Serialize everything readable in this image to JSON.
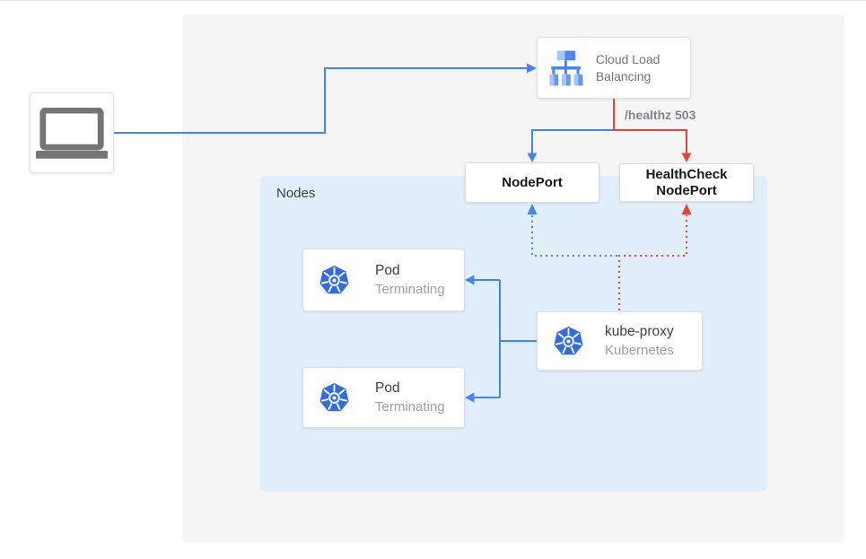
{
  "diagram": {
    "nodes_group": {
      "label": "Nodes"
    },
    "client": {
      "icon": "laptop-icon"
    },
    "cloud_load_balancing": {
      "title": "Cloud Load Balancing",
      "icon": "cloud-load-balancing-icon"
    },
    "healthz_annotation": "/healthz 503",
    "nodeport": {
      "label": "NodePort"
    },
    "healthcheck_nodeport": {
      "label": "HealthCheck NodePort"
    },
    "pods": [
      {
        "title": "Pod",
        "subtitle": "Terminating",
        "icon": "kubernetes-icon"
      },
      {
        "title": "Pod",
        "subtitle": "Terminating",
        "icon": "kubernetes-icon"
      }
    ],
    "kube_proxy": {
      "title": "kube-proxy",
      "subtitle": "Kubernetes",
      "icon": "kubernetes-icon"
    },
    "colors": {
      "traffic_blue": "#4285F4",
      "health_red": "#EA4335",
      "kubernetes_blue": "#326CE5",
      "nodes_fill": "#E1EEFB",
      "panel_fill": "#F5F5F5",
      "gray_text": "#757575"
    }
  }
}
